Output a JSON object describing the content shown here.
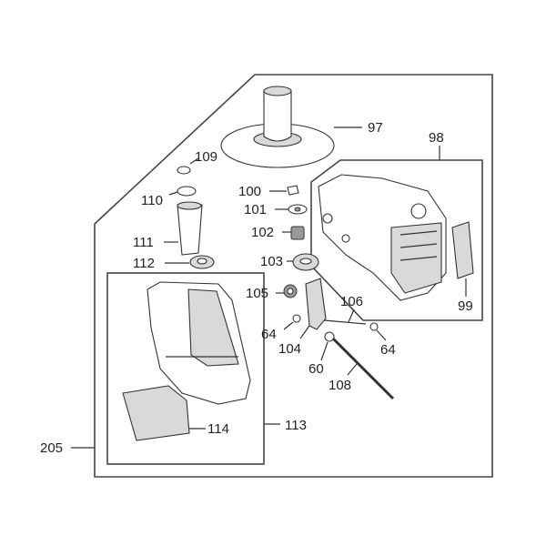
{
  "diagram": {
    "callouts": [
      {
        "id": "c205",
        "text": "205"
      },
      {
        "id": "c97",
        "text": "97"
      },
      {
        "id": "c98",
        "text": "98"
      },
      {
        "id": "c99",
        "text": "99"
      },
      {
        "id": "c109",
        "text": "109"
      },
      {
        "id": "c110",
        "text": "110"
      },
      {
        "id": "c111",
        "text": "111"
      },
      {
        "id": "c112",
        "text": "112"
      },
      {
        "id": "c100",
        "text": "100"
      },
      {
        "id": "c101",
        "text": "101"
      },
      {
        "id": "c102",
        "text": "102"
      },
      {
        "id": "c103",
        "text": "103"
      },
      {
        "id": "c105",
        "text": "105"
      },
      {
        "id": "c106",
        "text": "106"
      },
      {
        "id": "c64a",
        "text": "64"
      },
      {
        "id": "c64b",
        "text": "64"
      },
      {
        "id": "c104",
        "text": "104"
      },
      {
        "id": "c60",
        "text": "60"
      },
      {
        "id": "c108",
        "text": "108"
      },
      {
        "id": "c113",
        "text": "113"
      },
      {
        "id": "c114",
        "text": "114"
      }
    ]
  }
}
